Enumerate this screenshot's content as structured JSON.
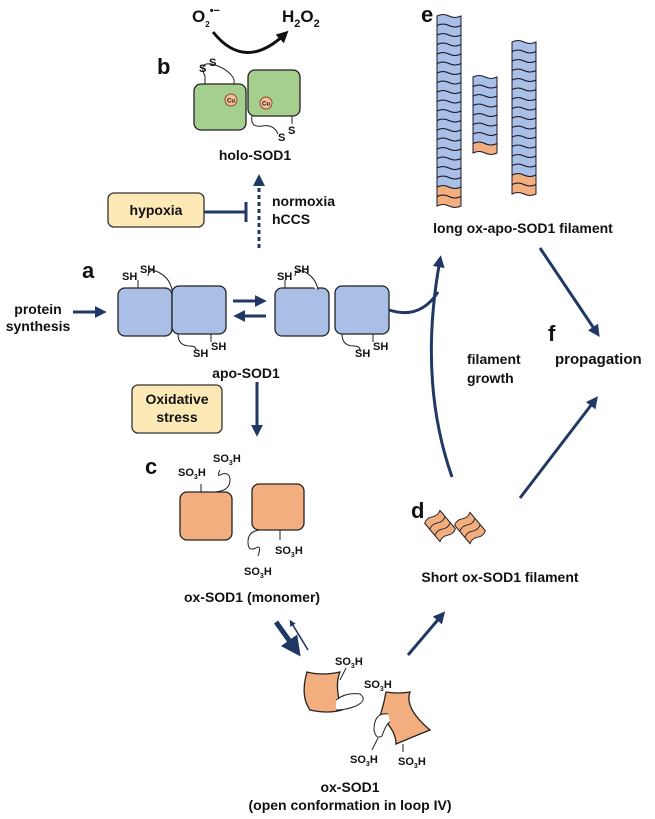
{
  "colors": {
    "arrow": "#1f3864",
    "holo_green": "#a5cf8e",
    "apo_blue": "#a9bfe6",
    "ox_orange": "#f2ae7e",
    "condition_box": "#fde9b6",
    "cu_fill": "#f6c09a"
  },
  "panels": {
    "a": "a",
    "b": "b",
    "c": "c",
    "d": "d",
    "e": "e",
    "f": "f"
  },
  "reaction": {
    "substrate": "O",
    "substrate_sub": "2",
    "substrate_sup": "•−",
    "product_a": "H",
    "product_sub1": "2",
    "product_b": "O",
    "product_sub2": "2"
  },
  "holo": {
    "label": "holo-SOD1",
    "metal": "Cu",
    "disulfide_atom": "S"
  },
  "conditions": {
    "hypoxia": "hypoxia",
    "normoxia": "normoxia",
    "hccs": "hCCS",
    "oxidative_line1": "Oxidative",
    "oxidative_line2": "stress"
  },
  "apo": {
    "label": "apo-SOD1",
    "thiol": "SH",
    "input_line1": "protein",
    "input_line2": "synthesis"
  },
  "ox_monomer": {
    "label": "ox-SOD1 (monomer)",
    "group": "SO",
    "group_sub": "3",
    "group_end": "H"
  },
  "ox_open": {
    "label_line1": "ox-SOD1",
    "label_line2": "(open conformation in loop IV)"
  },
  "filaments": {
    "short_label": "Short ox-SOD1 filament",
    "long_label": "long ox-apo-SOD1 filament",
    "growth_line1": "filament",
    "growth_line2": "growth",
    "propagation": "propagation",
    "columns": [
      {
        "blue_segments": 18,
        "orange_segments": 2
      },
      {
        "blue_segments": 7,
        "orange_segments": 1
      },
      {
        "blue_segments": 14,
        "orange_segments": 2
      }
    ]
  }
}
